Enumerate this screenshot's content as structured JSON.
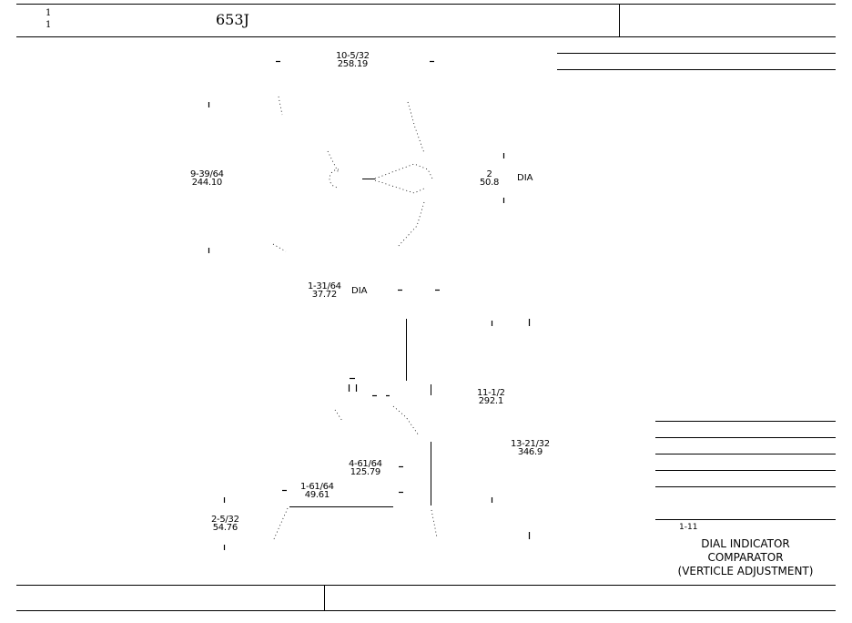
{
  "header": {
    "sheet_top": "1",
    "sheet_bottom": "1",
    "part_number": "653J"
  },
  "dimensions": [
    {
      "id": "top-width",
      "imperial": "10-5/32",
      "metric": "258.19"
    },
    {
      "id": "head-height",
      "imperial": "9-39/64",
      "metric": "244.10"
    },
    {
      "id": "dial-diameter",
      "imperial": "2",
      "metric": "50.8",
      "note": "DIA"
    },
    {
      "id": "stem-diameter",
      "imperial": "1-31/64",
      "metric": "37.72",
      "note": "DIA"
    },
    {
      "id": "post-height",
      "imperial": "11-1/2",
      "metric": "292.1"
    },
    {
      "id": "overall-height",
      "imperial": "13-21/32",
      "metric": "346.9"
    },
    {
      "id": "base-width",
      "imperial": "4-61/64",
      "metric": "125.79"
    },
    {
      "id": "base-offset",
      "imperial": "1-61/64",
      "metric": "49.61"
    },
    {
      "id": "base-height",
      "imperial": "2-5/32",
      "metric": "54.76"
    }
  ],
  "title_block": {
    "model": "1-11",
    "title_lines": [
      "DIAL INDICATOR",
      "COMPARATOR",
      "(VERTICLE ADJUSTMENT)"
    ]
  }
}
